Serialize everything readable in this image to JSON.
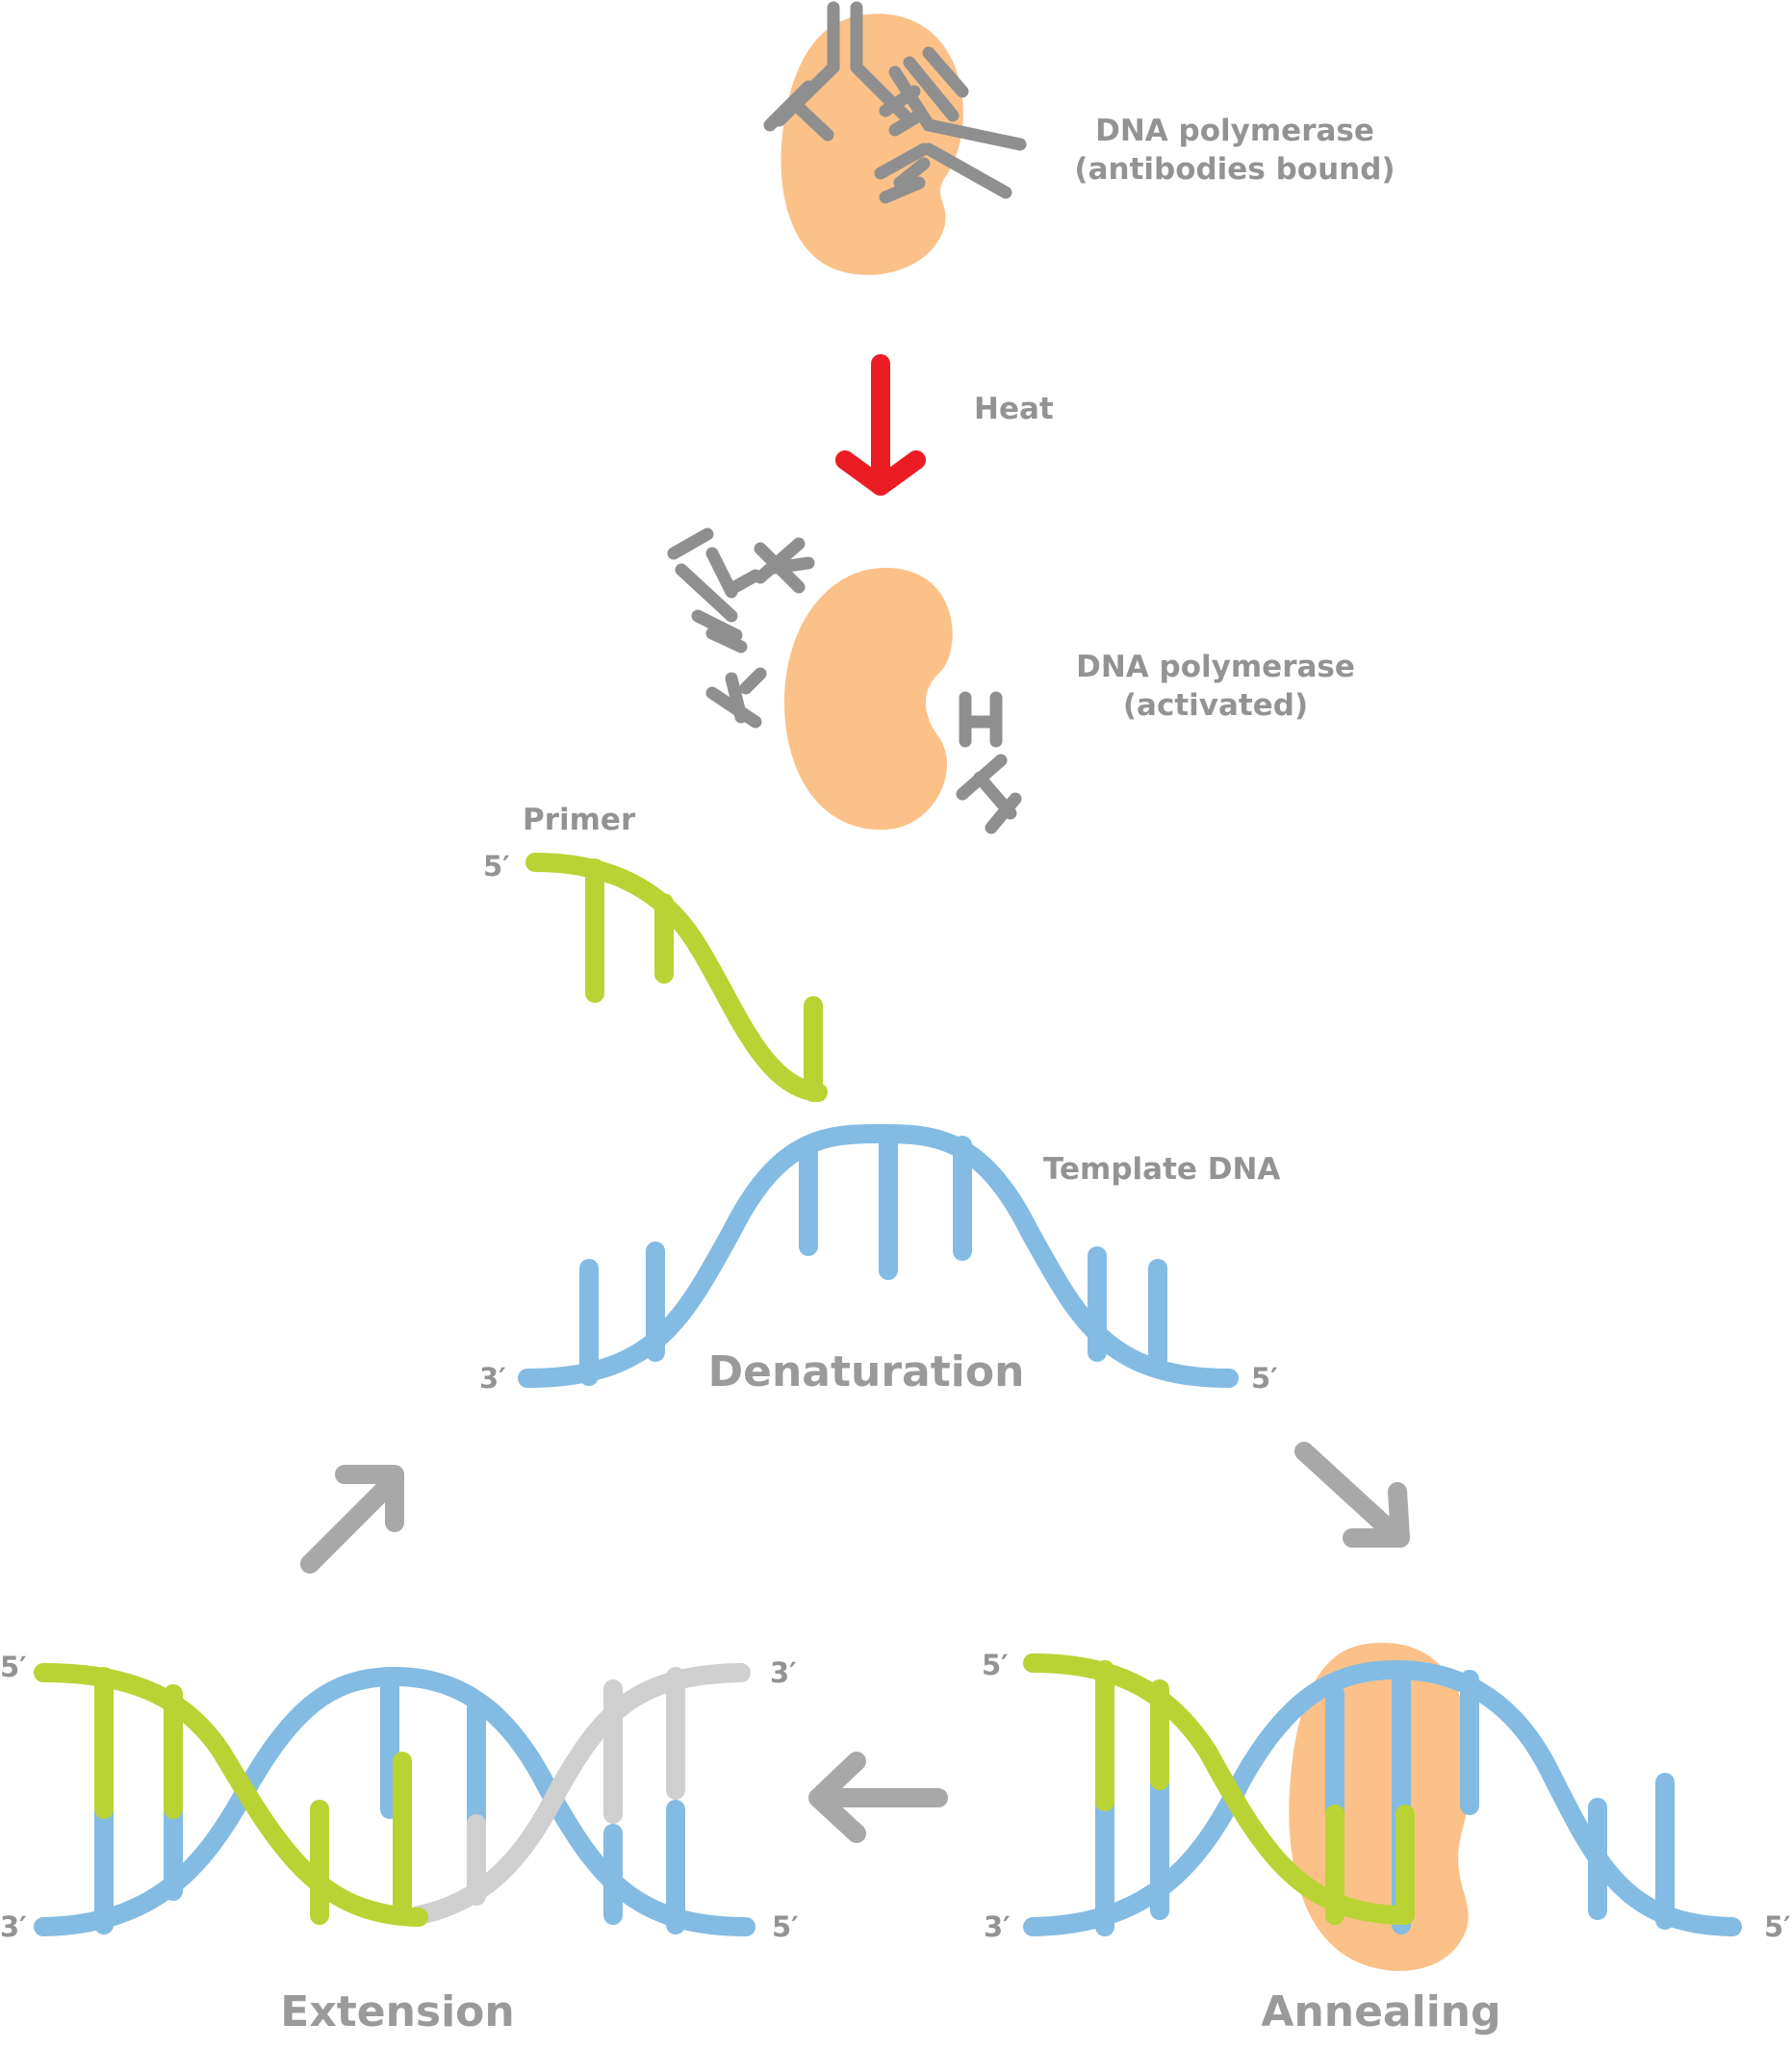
{
  "labels": {
    "polymerase_bound_1": "DNA polymerase",
    "polymerase_bound_2": "(antibodies bound)",
    "heat": "Heat",
    "polymerase_active_1": "DNA polymerase",
    "polymerase_active_2": "(activated)",
    "primer": "Primer",
    "template": "Template DNA"
  },
  "stages": {
    "denaturation": "Denaturation",
    "annealing": "Annealing",
    "extension": "Extension"
  },
  "ends": {
    "five": "5′",
    "three": "3′"
  },
  "colors": {
    "polymerase": "#fbc188",
    "antibody": "#8f8f8f",
    "heat_arrow": "#ec1c24",
    "primer": "#b9d334",
    "template": "#83bbe3",
    "new_strand": "#cfcfcf",
    "cycle_arrow": "#a8a8a8",
    "label": "#939393"
  }
}
